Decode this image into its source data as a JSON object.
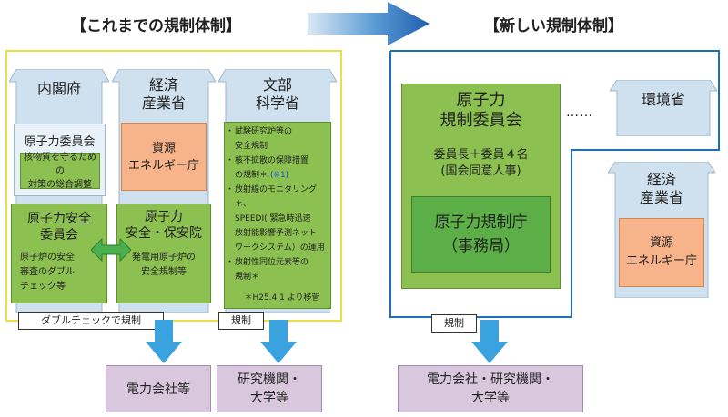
{
  "left_title": "【これまでの規制体制】",
  "right_title": "【新しい規制体制】",
  "old": {
    "cabinet": "内閣府",
    "meti": [
      "経済",
      "産業省"
    ],
    "mext": [
      "文部",
      "科学省"
    ],
    "aec": "原子力委員会",
    "aec_desc": [
      "核物質を守るための",
      "対策の総合調整"
    ],
    "nsc": [
      "原子力安全",
      "委員会"
    ],
    "nsc_desc": [
      "原子炉の安全",
      "審査のダブル",
      "チェック等"
    ],
    "anre": [
      "資源",
      "エネルギー庁"
    ],
    "nisa": [
      "原子力",
      "安全・保安院"
    ],
    "nisa_desc": [
      "発電用原子炉の",
      "安全規制等"
    ],
    "mext_items": [
      {
        "text": "試験研究炉等の",
        "bullet": true
      },
      {
        "text": "安全規制",
        "bullet": false
      },
      {
        "text": "核不拡散の保障措置",
        "bullet": true
      },
      {
        "text": "の規制＊",
        "bullet": false,
        "note": "(※1)"
      },
      {
        "text": "放射線のモニタリング＊、",
        "bullet": true
      },
      {
        "text": "SPEEDI( 緊急時迅速",
        "bullet": false
      },
      {
        "text": "放射能影響予測ネット",
        "bullet": false
      },
      {
        "text": "ワークシステム）の運用",
        "bullet": false
      },
      {
        "text": "放射性同位元素等の",
        "bullet": true
      },
      {
        "text": "規制＊",
        "bullet": false
      }
    ],
    "mext_footnote": "＊H25.4.1 より移管",
    "label_double_check": "ダブルチェックで規制",
    "label_regulation": "規制",
    "target_power": "電力会社等",
    "target_research": [
      "研究機関・",
      "大学等"
    ]
  },
  "new": {
    "nra": [
      "原子力",
      "規制委員会"
    ],
    "nra_members": [
      "委員長＋委員４名",
      "(国会同意人事)"
    ],
    "nra_agency": [
      "原子力規制庁",
      "（事務局）"
    ],
    "dots": "……",
    "moe": "環境省",
    "meti": [
      "経済",
      "産業省"
    ],
    "anre": [
      "資源",
      "エネルギー庁"
    ],
    "label_regulation": "規制",
    "target": [
      "電力会社・研究機関・",
      "大学等"
    ]
  },
  "colors": {
    "frame_old": "#e6e04a",
    "frame_new": "#1f6fb5",
    "arrow": "#3aa3df",
    "green": "#8cc152",
    "orange": "#f7b48a",
    "purple": "#d9c7de"
  }
}
